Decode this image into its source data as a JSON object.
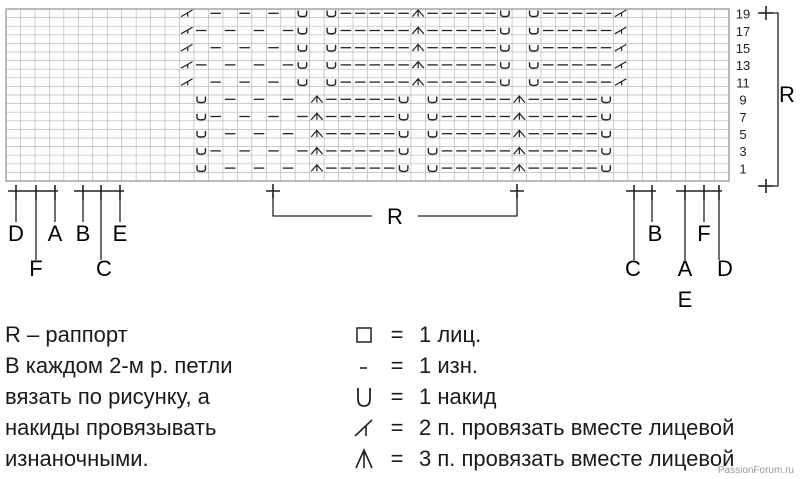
{
  "chart": {
    "rapport_label": "R",
    "row_numbers": [
      "19",
      "17",
      "15",
      "13",
      "11",
      "9",
      "7",
      "5",
      "3",
      "1"
    ],
    "rows": [
      "............/.-.-.-.U.U-----A-----U.U-----/.......",
      "............/-.-.-.-U.U-----A-----U.U-----/.......",
      "............/.-.-.-.U.U-----A-----U.U-----/.......",
      "............/-.-.-.-U.U-----A-----U.U-----/.......",
      "............/.-.-.-.U.U-----A-----U.U-----/.......",
      ".............U.-.-.-.A-----U.U-----A-----U........",
      ".............U-.-.-.-A-----U.U-----A-----U........",
      ".............U.-.-.-.A-----U.U-----A-----U........",
      ".............U-.-.-.-A-----U.U-----A-----U........",
      ".............U.-.-.-.A-----U.U-----A-----U........"
    ],
    "markers": {
      "left": [
        "D",
        "A",
        "B",
        "E",
        "F",
        "C"
      ],
      "right": [
        "B",
        "F",
        "C",
        "A",
        "D",
        "E"
      ]
    }
  },
  "legend": {
    "text_lines": [
      "R – раппорт",
      "В каждом 2-м р. петли",
      "вязать по рисунку, а",
      "накиды провязывать",
      "изнаночными."
    ],
    "key": [
      {
        "symbol": "square-icon",
        "eq": "=",
        "text": "1 лиц."
      },
      {
        "symbol": "dash-icon",
        "eq": "=",
        "text": "1 изн."
      },
      {
        "symbol": "yarn-over-icon",
        "eq": "=",
        "text": "1 накид"
      },
      {
        "symbol": "k2tog-icon",
        "eq": "=",
        "text": "2 п. провязать вместе лицевой"
      },
      {
        "symbol": "k3tog-icon",
        "eq": "=",
        "text": "3 п. провязать вместе лицевой"
      }
    ]
  },
  "watermark": "PassionForum.ru"
}
